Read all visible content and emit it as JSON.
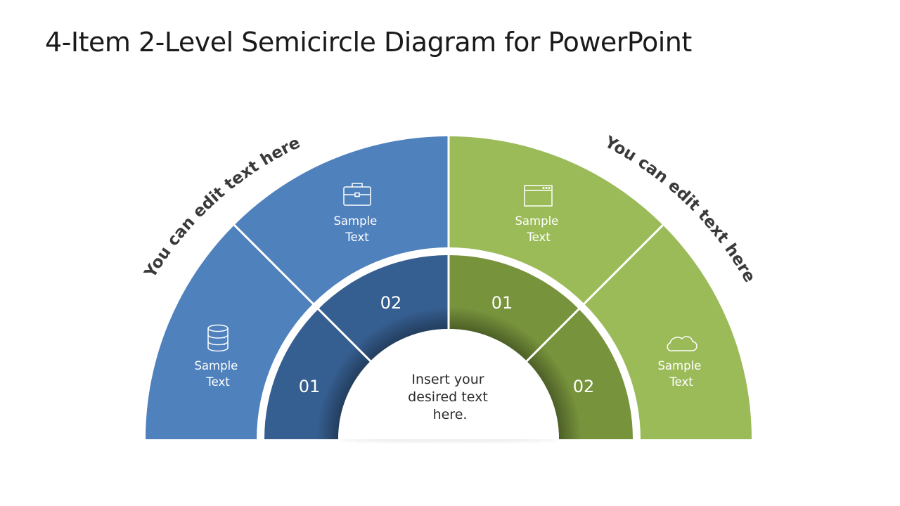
{
  "title": "4-Item 2-Level Semicircle Diagram for PowerPoint",
  "colors": {
    "blue_outer": "#4f81bd",
    "blue_inner": "#365f91",
    "green_outer": "#9bbb59",
    "green_inner": "#77933c",
    "arc_text": "#3a3a3a"
  },
  "left": {
    "arc_text": "You can edit text here",
    "outer": [
      {
        "line1": "Sample",
        "line2": "Text",
        "icon": "database-icon"
      },
      {
        "line1": "Sample",
        "line2": "Text",
        "icon": "briefcase-icon"
      }
    ],
    "inner": [
      {
        "number": "01"
      },
      {
        "number": "02"
      }
    ]
  },
  "right": {
    "arc_text": "You can edit text here",
    "outer": [
      {
        "line1": "Sample",
        "line2": "Text",
        "icon": "browser-window-icon"
      },
      {
        "line1": "Sample",
        "line2": "Text",
        "icon": "cloud-icon"
      }
    ],
    "inner": [
      {
        "number": "01"
      },
      {
        "number": "02"
      }
    ]
  },
  "center": {
    "line1": "Insert your",
    "line2": "desired text",
    "line3": "here."
  }
}
